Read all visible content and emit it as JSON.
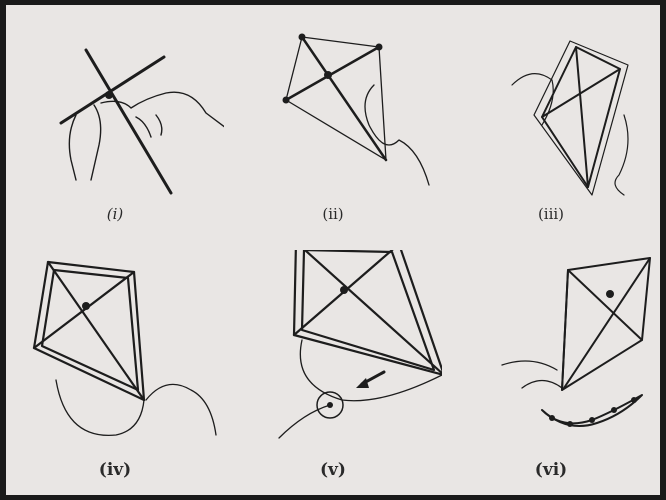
{
  "figure": {
    "steps": [
      {
        "label": "(i)",
        "style": "italic"
      },
      {
        "label": "(ii)",
        "style": "plain"
      },
      {
        "label": "(iii)",
        "style": "plain"
      },
      {
        "label": "(iv)",
        "style": "bold"
      },
      {
        "label": "(v)",
        "style": "bold"
      },
      {
        "label": "(vi)",
        "style": "bold"
      }
    ]
  },
  "colors": {
    "paper": "#e9e6e4",
    "ink": "#1d1d1d",
    "border": "#1a1a1a"
  }
}
